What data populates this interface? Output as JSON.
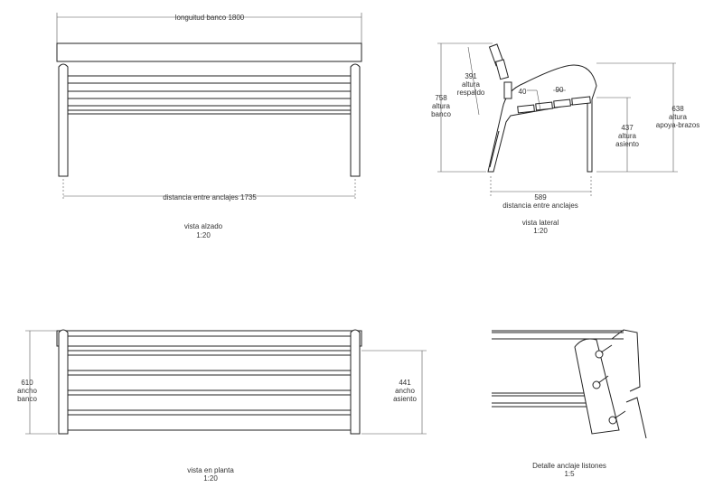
{
  "elevation": {
    "length_label": "longuitud banco  1800",
    "anchors_label": "distancia entre anclajes  1735",
    "title": "vista alzado",
    "scale": "1:20"
  },
  "side": {
    "height": {
      "value": "758",
      "l1": "altura",
      "l2": "banco"
    },
    "backrest": {
      "value": "391",
      "l1": "altura",
      "l2": "respaldo"
    },
    "slat_gap": "40",
    "slat_width": "90",
    "seat": {
      "value": "437",
      "l1": "altura",
      "l2": "asiento"
    },
    "armrest": {
      "value": "638",
      "l1": "altura",
      "l2": "apoya-brazos"
    },
    "anchors": {
      "value": "589",
      "label": "distancia entre anclajes"
    },
    "title": "vista lateral",
    "scale": "1:20"
  },
  "plan": {
    "width": {
      "value": "610",
      "l1": "ancho",
      "l2": "banco"
    },
    "seat_width": {
      "value": "441",
      "l1": "ancho",
      "l2": "asiento"
    },
    "title": "vista en planta",
    "scale": "1:20"
  },
  "detail": {
    "title": "Detalle anclaje listones",
    "scale": "1:5"
  }
}
